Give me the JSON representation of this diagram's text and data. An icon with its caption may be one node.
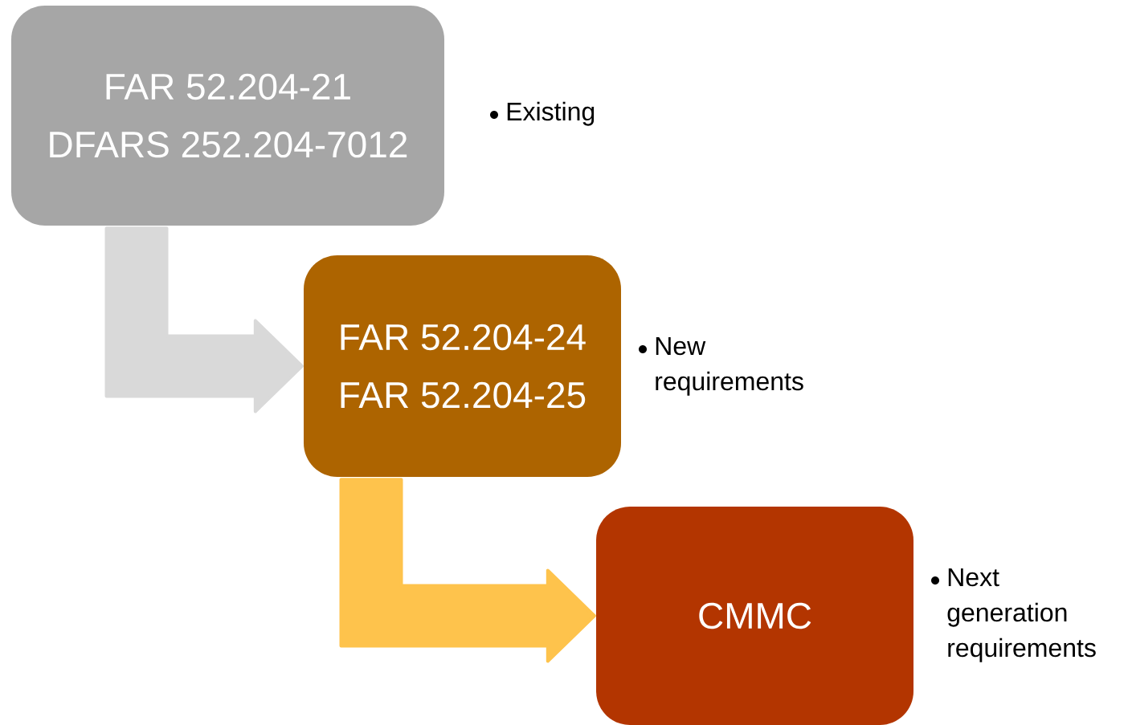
{
  "diagram": {
    "nodes": [
      {
        "text": [
          "FAR 52.204-21",
          "DFARS 252.204-7012"
        ],
        "beside": [
          "Existing"
        ]
      },
      {
        "text": [
          "FAR 52.204-24",
          "FAR 52.204-25"
        ],
        "beside": [
          "New requirements"
        ]
      },
      {
        "text": [
          "CMMC"
        ],
        "beside": [
          "Next generation requirements"
        ]
      }
    ],
    "edges": [
      {
        "from": 0,
        "to": 1,
        "arrow": "to",
        "style": "thick",
        "color": "#d9d9d9"
      },
      {
        "from": 1,
        "to": 2,
        "arrow": "to",
        "style": "thick",
        "color": "#fec34c"
      }
    ]
  }
}
